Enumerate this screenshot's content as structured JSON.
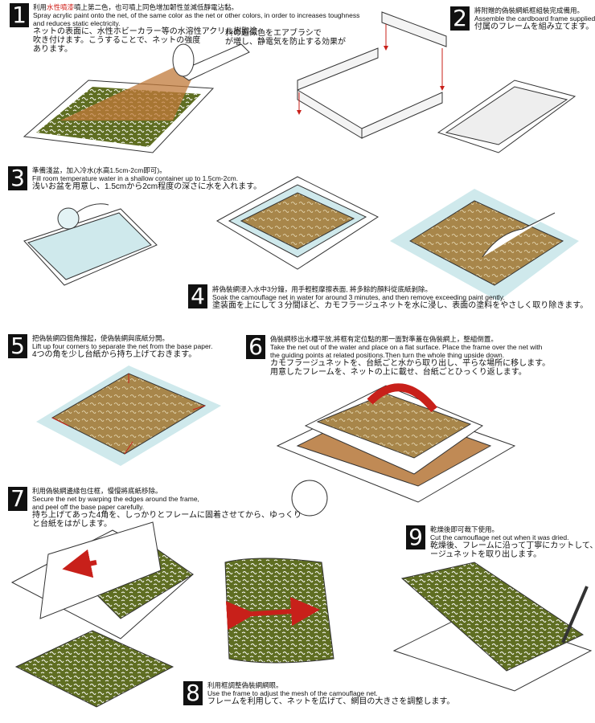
{
  "colors": {
    "net_green": "#5f6e22",
    "net_tan": "#a8864a",
    "water": "#cfe9ec",
    "arrow_red": "#c8201a",
    "badge": "#111111"
  },
  "steps": [
    {
      "number": "1",
      "zh_prefix": "利用",
      "zh_highlight": "水性噴漆",
      "zh_suffix": "噴上第二色，也可噴上同色增加韌性並減低靜電沾黏。",
      "en": [
        "Spray acrylic paint onto the net, of the same color as the net or other colors, in order to increases toughness",
        "and reduces static electricity."
      ],
      "jp": [
        "ネットの表面に、水性ホビーカラー等の水溶性アクリル樹脂塗",
        "吹き付けます。こうすることで、ネットの強度",
        "あります。"
      ],
      "jp_right": [
        "料の近似色をエアブラシで",
        "が増し、静電気を防止する効果が"
      ]
    },
    {
      "number": "2",
      "zh": "將附贈的偽裝網紙框組裝完成備用。",
      "en": [
        "Assemble the cardboard frame supplied."
      ],
      "jp": [
        "付属のフレームを組み立てます。"
      ]
    },
    {
      "number": "3",
      "zh": "準備淺盆，加入冷水(水高1.5cm-2cm即可)。",
      "en": [
        "Fill room temperature water in a shallow container up to 1.5cm-2cm."
      ],
      "jp": [
        "浅いお盆を用意し、1.5cmから2cm程度の深さに水を入れます。"
      ]
    },
    {
      "number": "4",
      "zh": "將偽裝網浸入水中3分鐘，用手輕輕摩擦表面, 將多餘的顏料從底紙剝除。",
      "en": [
        "Soak the camouflage net in water for around 3 minutes, and then remove exceeding paint gently."
      ],
      "jp": [
        "塗装面を上にして３分間ほど、カモフラージュネットを水に浸し、表面の塗料をやさしく取り除きます。"
      ]
    },
    {
      "number": "5",
      "zh": "把偽裝網四個角撐起，使偽裝網與底紙分開。",
      "en": [
        "Lift up four corners to separate the net from the base paper."
      ],
      "jp": [
        "4つの角を少し台紙から持ち上げておきます。"
      ]
    },
    {
      "number": "6",
      "zh": "偽裝網移出水槽平放,將框有定位點的那一面對準蓋在偽裝網上，整組倒置。",
      "en": [
        "Take the net out of the water and place on a flat surface. Place the frame over the net with",
        "the guiding points at related positions.Then turn the whole thing upside down."
      ],
      "jp": [
        "カモフラージュネットを、台紙ごと水から取り出し、平らな場所に移します。",
        "用意したフレームを、ネットの上に載せ、台紙ごとひっくり返します。"
      ]
    },
    {
      "number": "7",
      "zh": "利用偽裝網邊緣包住框，慢慢將底紙移除。",
      "en": [
        "Secure the net by warping the edges around the frame,",
        "and peel off the base paper carefully."
      ],
      "jp": [
        "持ち上げてあった4角を、しっかりとフレームに固着させてから、ゆっくり",
        "と台紙をはがします。"
      ]
    },
    {
      "number": "8",
      "zh": "利用框調整偽裝網網眼。",
      "en": [
        "Use the frame to adjust the mesh of the camouflage net."
      ],
      "jp": [
        "フレームを利用して、ネットを広げて、網目の大きさを調整します。"
      ]
    },
    {
      "number": "9",
      "zh": "乾燥後即可裁下使用。",
      "en": [
        "Cut the camouflage net out when it was dried."
      ],
      "jp": [
        "乾燥後、フレームに沿って丁寧にカットして、カモフラ",
        "ージュネットを取り出します。"
      ]
    }
  ]
}
